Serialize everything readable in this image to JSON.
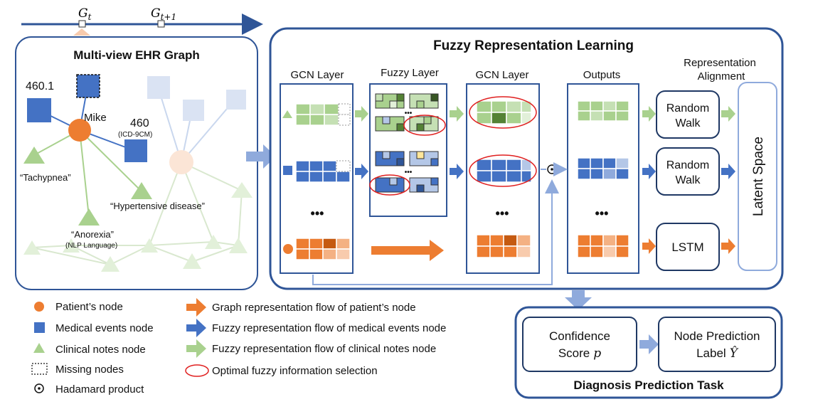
{
  "timeline": {
    "g_t": "G",
    "g_t_sub": "t",
    "g_t1": "G",
    "g_t1_sub": "t+1"
  },
  "ehr_graph": {
    "title": "Multi-view EHR Graph",
    "code_4601": "460.1",
    "patient_name": "Mike",
    "code_460": "460",
    "code_460_sub": "(ICD-9CM)",
    "note_tachypnea": "“Tachypnea”",
    "note_anorexia": "“Anorexia”",
    "note_anorexia_sub": "(NLP Language)",
    "note_hypertensive": "“Hypertensive disease”"
  },
  "fuzzy": {
    "title": "Fuzzy Representation Learning",
    "gcn1": "GCN Layer",
    "fuzzy_layer": "Fuzzy Layer",
    "gcn2": "GCN Layer",
    "outputs": "Outputs",
    "alignment_1": "Representation",
    "alignment_2": "Alignment",
    "rw1_a": "Random",
    "rw1_b": "Walk",
    "rw2_a": "Random",
    "rw2_b": "Walk",
    "lstm": "LSTM",
    "latent": "Latent Space",
    "dots": "•••"
  },
  "diagnosis": {
    "title": "Diagnosis Prediction Task",
    "conf_1": "Confidence",
    "conf_2": "Score",
    "conf_var": "p",
    "pred_1": "Node Prediction",
    "pred_2": "Label",
    "pred_var": "Ŷ"
  },
  "legend": {
    "patient": "Patient’s node",
    "medical": "Medical events node",
    "clinical": "Clinical notes node",
    "missing": "Missing nodes",
    "hadamard": "Hadamard product",
    "flow_patient": "Graph representation flow of patient’s node",
    "flow_medical": "Fuzzy representation flow of medical events node",
    "flow_clinical": "Fuzzy representation flow of clinical notes node",
    "optimal": "Optimal fuzzy information selection"
  },
  "colors": {
    "orange": "#ED7D31",
    "blue": "#4472C4",
    "green": "#A9D18E",
    "light_green": "#C5E0B4",
    "light_blue": "#B4C7E7",
    "navy": "#2F5597",
    "red": "#E02020"
  }
}
